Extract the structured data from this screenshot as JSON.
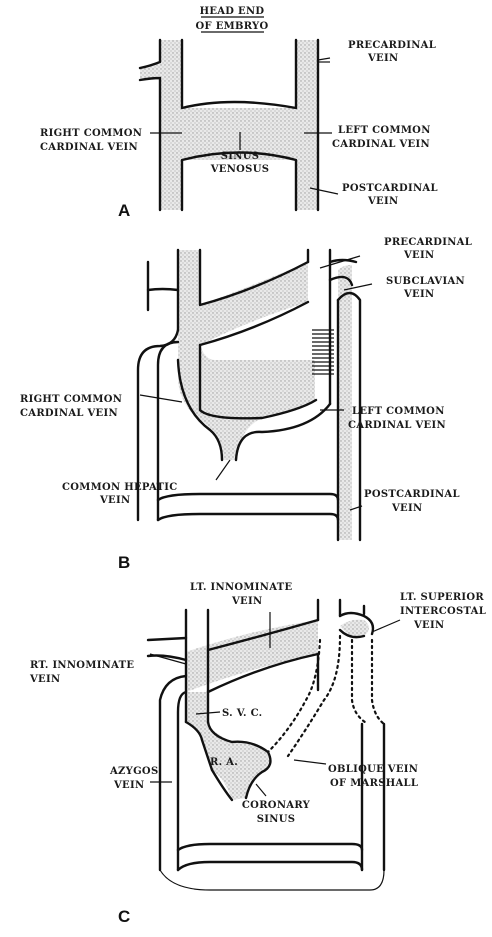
{
  "header": {
    "line1": "HEAD END",
    "line2": "OF EMBRYO"
  },
  "panel_a": {
    "letter": "A",
    "precardinal": [
      "PRECARDINAL",
      "VEIN"
    ],
    "right_common": [
      "RIGHT COMMON",
      "CARDINAL VEIN"
    ],
    "left_common": [
      "LEFT COMMON",
      "CARDINAL VEIN"
    ],
    "sinus": [
      "SINUS",
      "VENOSUS"
    ],
    "postcardinal": [
      "POSTCARDINAL",
      "VEIN"
    ]
  },
  "panel_b": {
    "letter": "B",
    "precardinal": [
      "PRECARDINAL",
      "VEIN"
    ],
    "subclavian": [
      "SUBCLAVIAN",
      "VEIN"
    ],
    "right_common": [
      "RIGHT COMMON",
      "CARDINAL VEIN"
    ],
    "left_common": [
      "LEFT COMMON",
      "CARDINAL VEIN"
    ],
    "hepatic": [
      "COMMON HEPATIC",
      "VEIN"
    ],
    "postcardinal": [
      "POSTCARDINAL",
      "VEIN"
    ]
  },
  "panel_c": {
    "letter": "C",
    "lt_innominate": [
      "LT. INNOMINATE",
      "VEIN"
    ],
    "lt_sup_intercostal": [
      "LT. SUPERIOR",
      "INTERCOSTAL",
      "VEIN"
    ],
    "rt_innominate": [
      "RT. INNOMINATE",
      "VEIN"
    ],
    "svc": "S. V. C.",
    "azygos": [
      "AZYGOS",
      "VEIN"
    ],
    "ra": "R. A.",
    "oblique": [
      "OBLIQUE VEIN",
      "OF MARSHALL"
    ],
    "coronary": [
      "CORONARY",
      "SINUS"
    ]
  }
}
